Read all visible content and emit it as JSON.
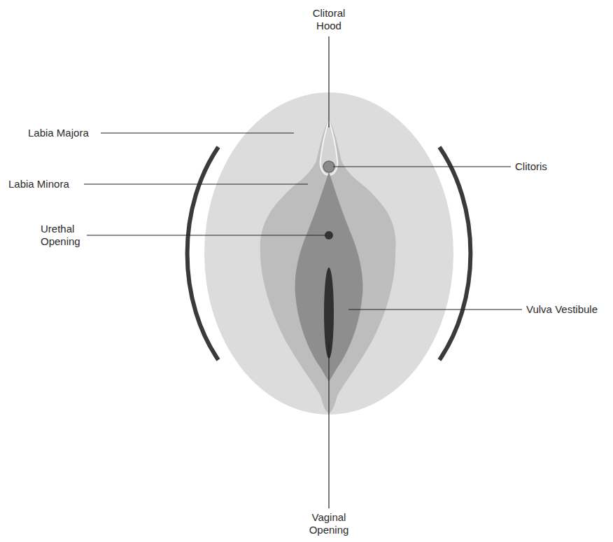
{
  "diagram": {
    "labels": [
      "Clitoral Hood",
      "Labia Majora",
      "Labia Minora",
      "Urethal Opening",
      "Clitoris",
      "Vulva Vestibule",
      "Vaginal Opening"
    ]
  }
}
